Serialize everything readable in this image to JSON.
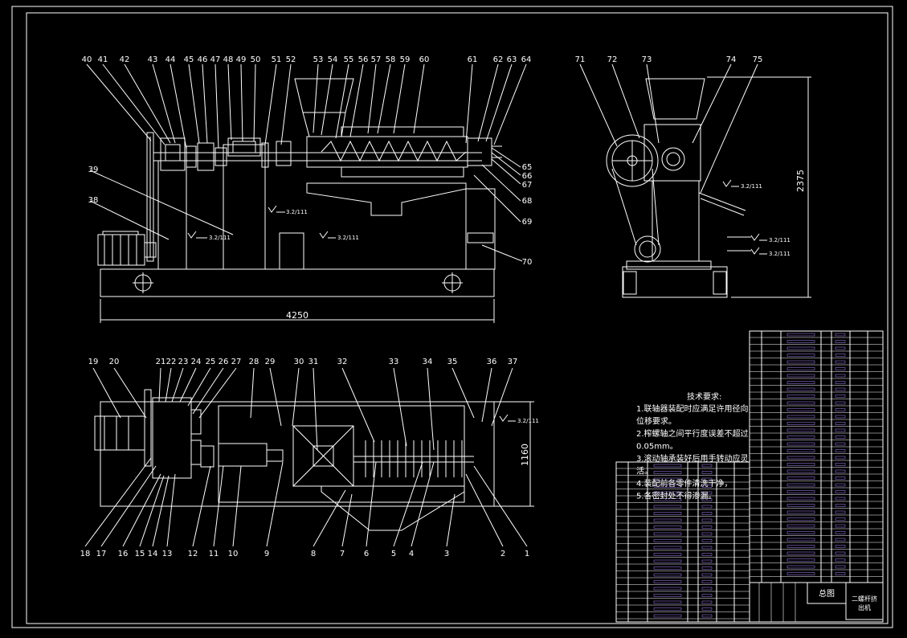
{
  "colors": {
    "background": "#000000",
    "line": "#ffffff",
    "table_accent": "#b08cff",
    "text": "#ffffff"
  },
  "front_view": {
    "top_labels": [
      "40",
      "41",
      "42",
      "43",
      "44",
      "45",
      "46",
      "47",
      "48",
      "49",
      "50",
      "51",
      "52",
      "53",
      "54",
      "55",
      "56",
      "57",
      "58",
      "59",
      "60",
      "61",
      "62",
      "63",
      "64"
    ],
    "right_labels": [
      "65",
      "66",
      "67",
      "68",
      "69",
      "70"
    ],
    "left_labels": [
      "39",
      "38"
    ],
    "length_dim": "4250",
    "roughness": "3.2/111"
  },
  "side_view": {
    "top_labels": [
      "71",
      "72",
      "73",
      "74",
      "75"
    ],
    "height_dim": "2375",
    "roughness": "3.2/111"
  },
  "plan_view": {
    "top_labels": [
      "19",
      "20",
      "21",
      "22",
      "23",
      "24",
      "25",
      "26",
      "27",
      "28",
      "29",
      "30",
      "31",
      "32",
      "33",
      "34",
      "35",
      "36",
      "37"
    ],
    "bottom_labels": [
      "18",
      "17",
      "16",
      "15",
      "14",
      "13",
      "12",
      "11",
      "10",
      "9",
      "8",
      "7",
      "6",
      "5",
      "4",
      "3",
      "2",
      "1"
    ],
    "width_dim": "1160",
    "roughness": "3.2/111"
  },
  "notes": {
    "title": "技术要求:",
    "lines": [
      "1.联轴器装配时应满足许用径向",
      "位移要求。",
      "2.榨螺轴之间平行度误差不超过",
      "0.05mm。",
      "3.滚动轴承装好后用手转动应灵",
      "活。",
      "4.装配前各零件清洗干净，",
      "5.各密封处不得渗漏。"
    ]
  },
  "title_block": {
    "drawing_name": "总图",
    "product_name": "二螺杆挤出机"
  }
}
